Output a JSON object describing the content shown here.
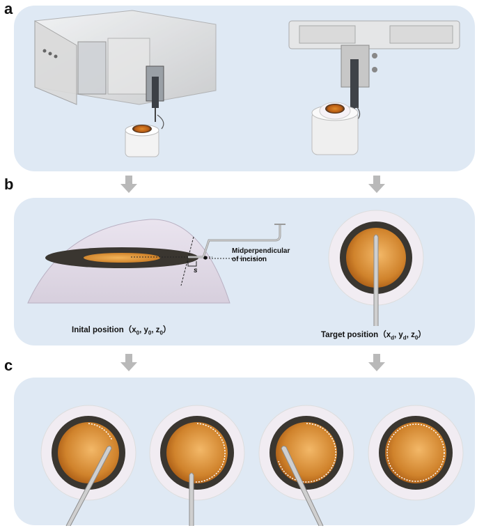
{
  "panels": {
    "a": {
      "letter": "a"
    },
    "b": {
      "letter": "b",
      "annotation_line1": "Midperpendicular",
      "annotation_line2": "of incision",
      "s_label": "s",
      "initial_caption": {
        "text": "Inital position（",
        "v1": "x",
        "s1": "0",
        "v2": "y",
        "s2": "0",
        "v3": "z",
        "s3": "0",
        "end": "）"
      },
      "target_caption": {
        "text": "Target position（",
        "v1": "x",
        "s1": "d",
        "v2": "y",
        "s2": "d",
        "v3": "z",
        "s3": "0",
        "end": "）"
      }
    },
    "c": {
      "letter": "c",
      "steps": 4
    }
  },
  "colors": {
    "panel_bg": "#dfe9f4",
    "arrow": "#b9b9b9",
    "pupil": "#d28a2e",
    "iris_ring": "#3a3630",
    "sclera": "#f1ecf2"
  }
}
